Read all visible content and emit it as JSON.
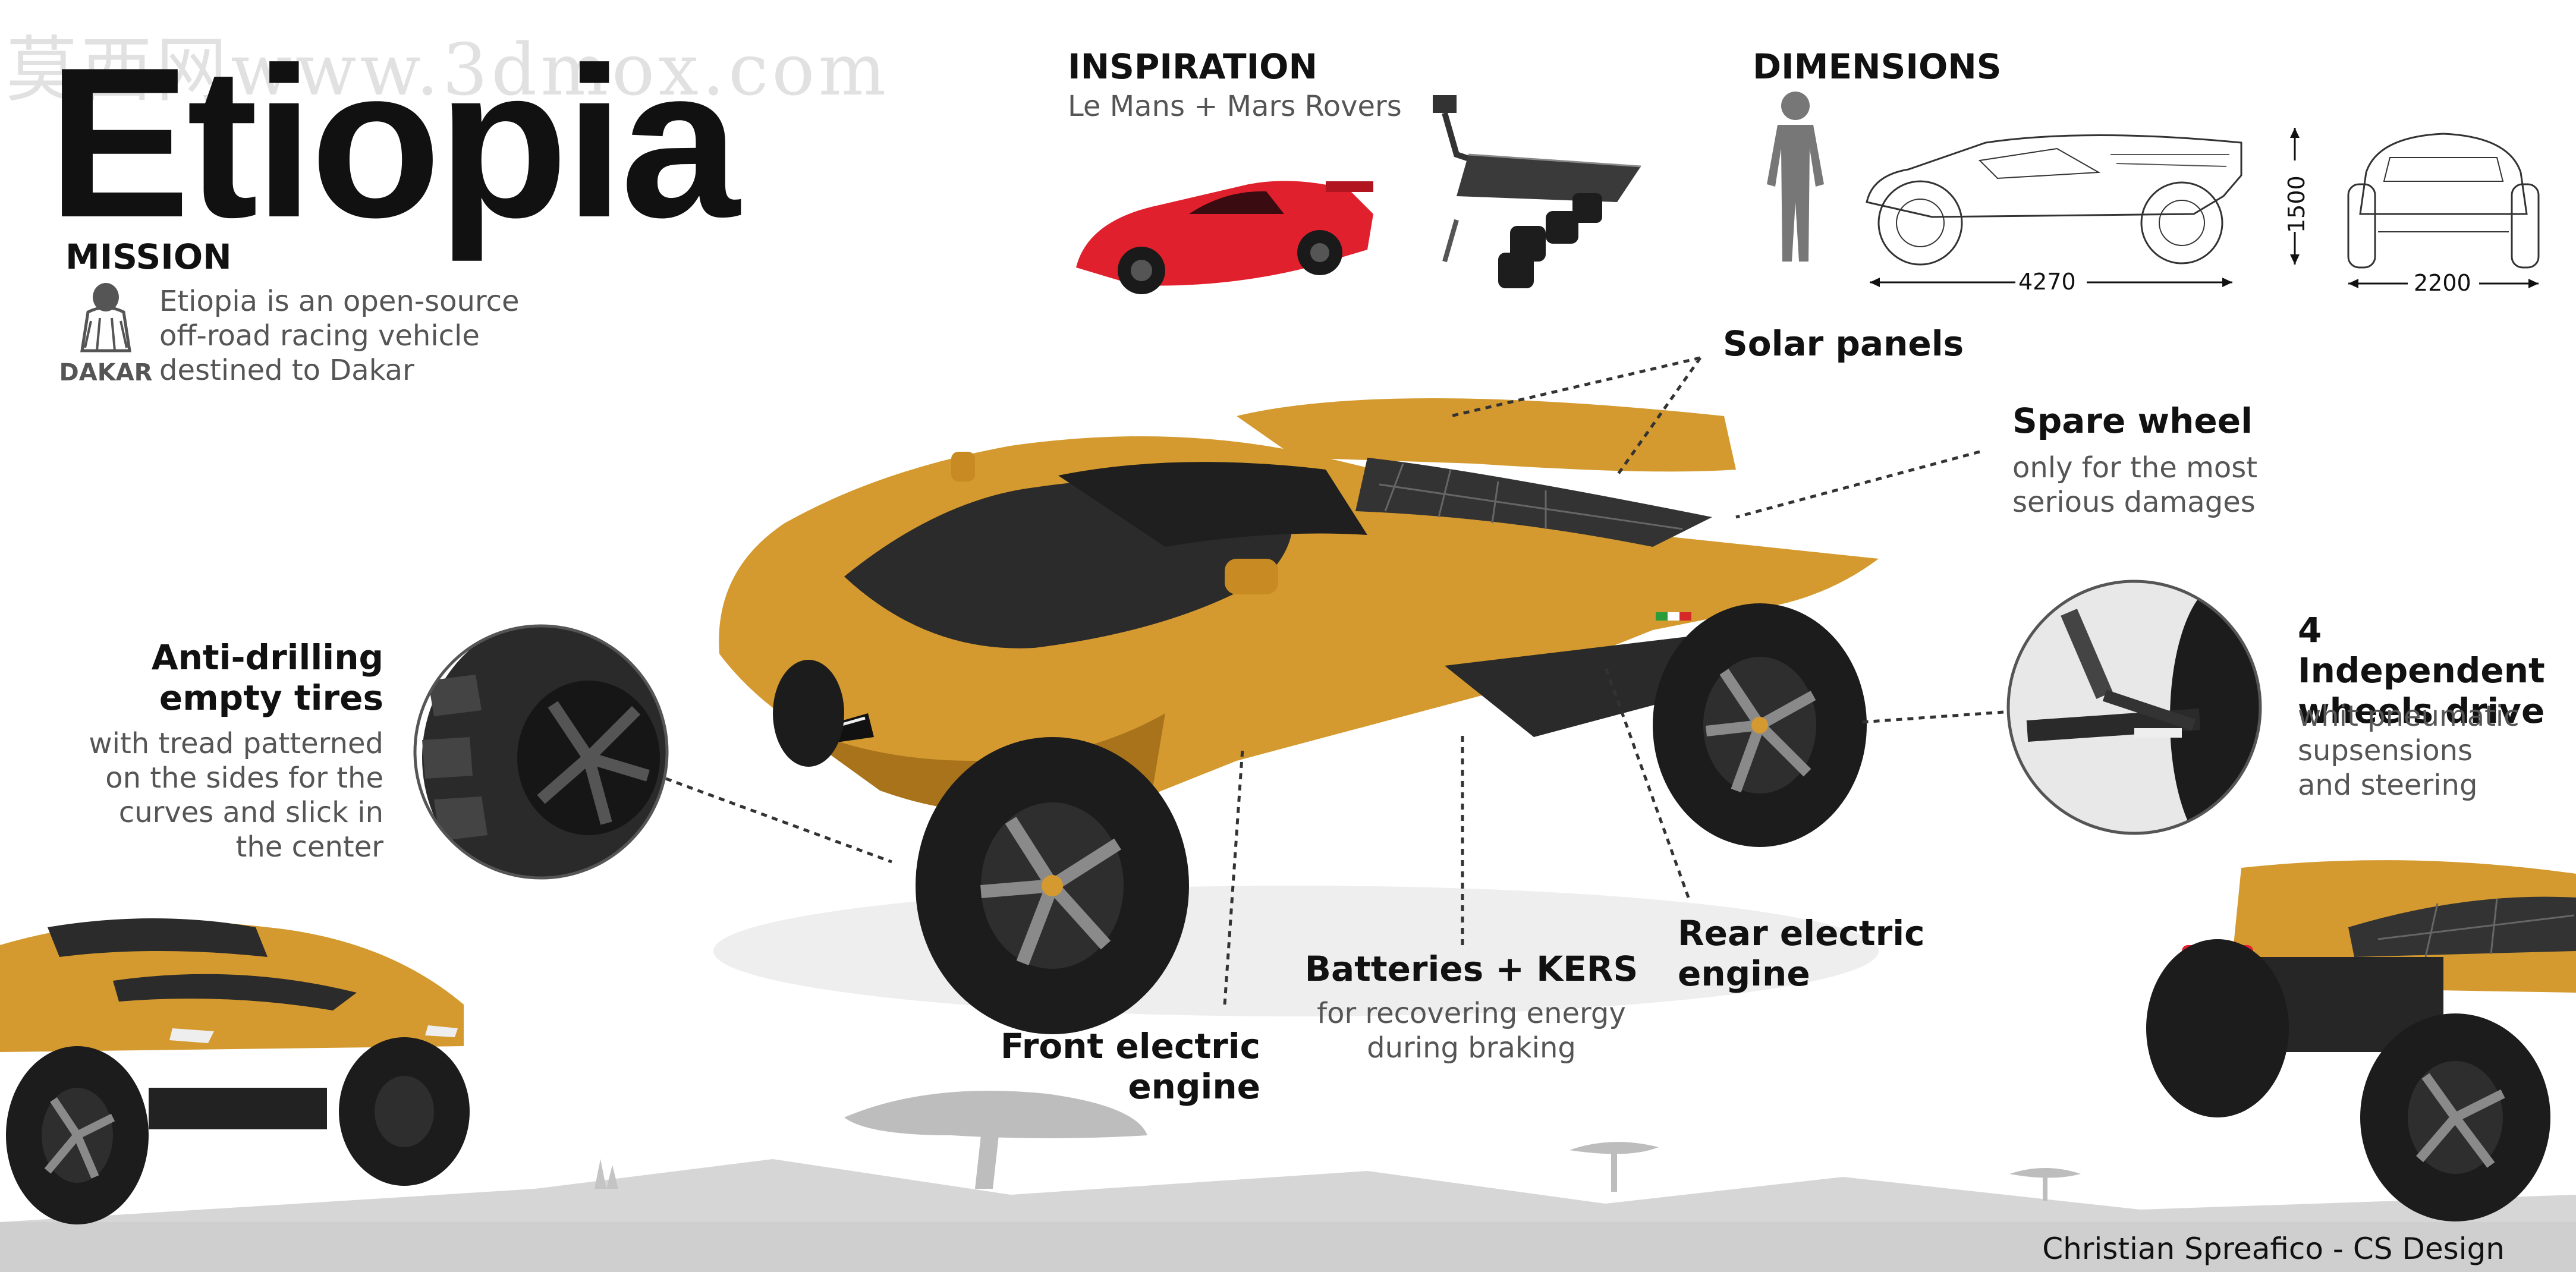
{
  "watermark": "莫西网www.3dmox.com",
  "title": "Etiopia",
  "mission": {
    "heading": "MISSION",
    "lines": [
      "Etiopia is an open-source",
      "off-road racing vehicle",
      "destined to Dakar"
    ],
    "logo_text": "DAKAR"
  },
  "inspiration": {
    "heading": "INSPIRATION",
    "subtitle": "Le Mans + Mars Rovers"
  },
  "dimensions": {
    "heading": "DIMENSIONS",
    "length": "4270",
    "height": "1500",
    "width": "2200"
  },
  "labels": {
    "solar": {
      "title": "Solar panels"
    },
    "spare": {
      "title": "Spare wheel",
      "lines": [
        "only for the most",
        "serious damages"
      ]
    },
    "wheels4": {
      "title_lines": [
        "4 Independent",
        "wheels drive"
      ],
      "lines": [
        "whit pneumatic",
        "supsensions",
        "and steering"
      ]
    },
    "tires": {
      "title_lines": [
        "Anti-drilling",
        "empty tires"
      ],
      "lines": [
        "with tread patterned",
        "on the sides for the",
        "curves  and slick in",
        "the center"
      ]
    },
    "front": {
      "title_lines": [
        "Front electric",
        "engine"
      ]
    },
    "batteries": {
      "title": "Batteries + KERS",
      "lines": [
        "for recovering energy",
        "during braking"
      ]
    },
    "rear": {
      "title_lines": [
        "Rear electric",
        "engine"
      ]
    }
  },
  "credit": "Christian Spreafico - CS Design",
  "colors": {
    "body": "#d49a2f",
    "body_shadow": "#a9731c",
    "dark": "#2a2a2a",
    "tire": "#1c1c1c",
    "ground": "#cfcfcf",
    "silhouette": "#bdbdbd",
    "red_car": "#e0202c"
  },
  "icons": [
    "dakar-logo-icon",
    "human-silhouette-icon"
  ]
}
